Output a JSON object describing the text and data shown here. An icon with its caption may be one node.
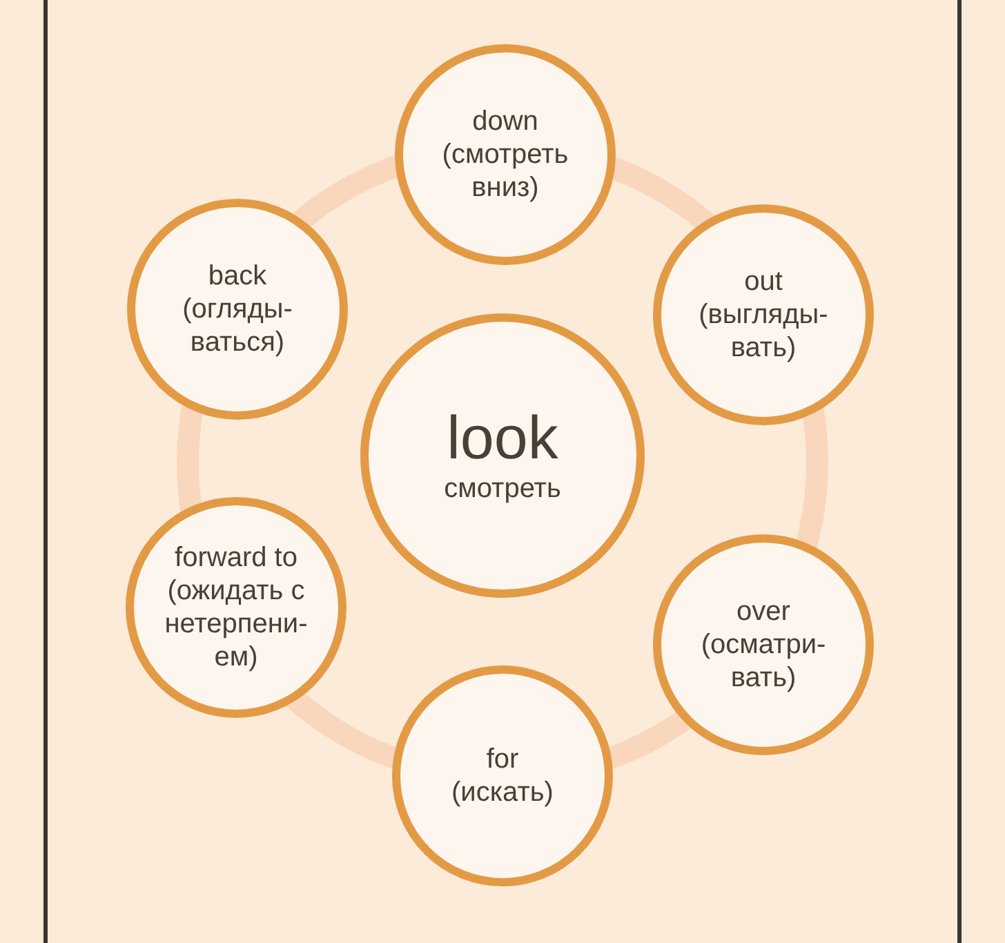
{
  "diagram": {
    "nodes": [
      {
        "text": [
          "look",
          "смотреть"
        ]
      },
      {
        "text": [
          "down",
          "(смотреть вниз)"
        ]
      },
      {
        "text": [
          "back",
          "(огляды- ваться)"
        ]
      },
      {
        "text": [
          "out",
          "(выгляды- вать)"
        ]
      },
      {
        "text": [
          "forward to",
          "(ожидать с нетерпени- ем)"
        ]
      },
      {
        "text": [
          "over",
          "(осматри- вать)"
        ]
      },
      {
        "text": [
          "for",
          "(искать)"
        ]
      }
    ]
  }
}
